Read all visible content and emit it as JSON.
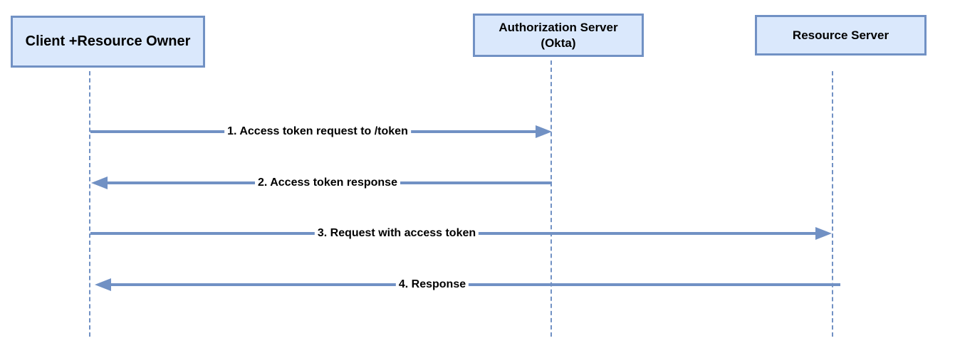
{
  "diagram": {
    "type": "sequence-diagram",
    "colors": {
      "actor_fill": "#dae8fc",
      "actor_border": "#7191c4",
      "line": "#7191c4",
      "text": "#000000",
      "background": "#ffffff"
    },
    "actors": [
      {
        "id": "client",
        "label": "Client +Resource Owner"
      },
      {
        "id": "auth",
        "label": "Authorization Server\n(Okta)"
      },
      {
        "id": "resource",
        "label": "Resource Server"
      }
    ],
    "messages": [
      {
        "step": 1,
        "label": "1. Access token request to /token",
        "from": "client",
        "to": "auth",
        "direction": "right"
      },
      {
        "step": 2,
        "label": "2. Access token response",
        "from": "auth",
        "to": "client",
        "direction": "left"
      },
      {
        "step": 3,
        "label": "3. Request with access token",
        "from": "client",
        "to": "resource",
        "direction": "right"
      },
      {
        "step": 4,
        "label": "4. Response",
        "from": "resource",
        "to": "client",
        "direction": "left"
      }
    ]
  }
}
